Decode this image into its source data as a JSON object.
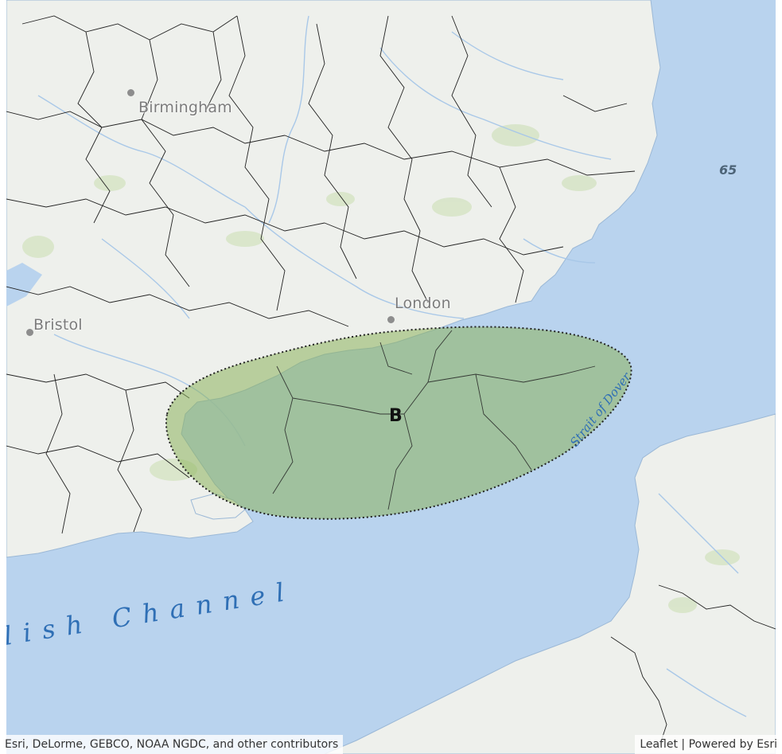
{
  "map": {
    "places": [
      {
        "name": "Birmingham"
      },
      {
        "name": "London"
      },
      {
        "name": "Bristol"
      }
    ],
    "water_labels": {
      "channel": "lish Channel",
      "strait": "Strait of Dover",
      "depth": "65"
    },
    "zone": {
      "label": "B",
      "fill_color": "#8db25c",
      "border_color": "#222222"
    },
    "colors": {
      "sea": "#b9d3ee",
      "land": "#eef0ec",
      "boundary": "#222222",
      "river": "#a9c8e8"
    }
  },
  "attribution": {
    "sources": "Esri, DeLorme, GEBCO, NOAA NGDC, and other contributors",
    "leaflet": "Leaflet",
    "separator": " | ",
    "powered": "Powered by Esri"
  }
}
